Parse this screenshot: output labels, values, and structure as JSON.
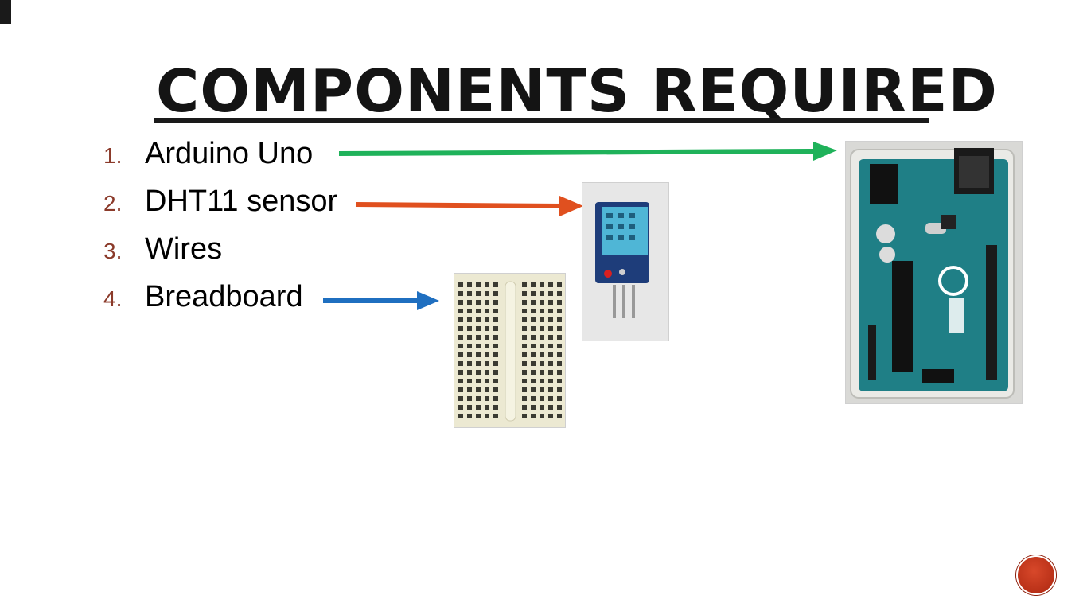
{
  "slide": {
    "title": "COMPONENTS REQUIRED",
    "items": [
      {
        "number": "1.",
        "label": "Arduino Uno"
      },
      {
        "number": "2.",
        "label": "DHT11 sensor"
      },
      {
        "number": "3.",
        "label": "Wires"
      },
      {
        "number": "4.",
        "label": "Breadboard"
      }
    ]
  },
  "colors": {
    "arduino_arrow": "#1fb25a",
    "dht11_arrow": "#e0501f",
    "breadboard_arrow": "#1f6fc0",
    "list_number": "#8b3a2a",
    "nav_button": "#c0341a"
  },
  "icons": {
    "arduino_photo": "arduino-uno-board-photo",
    "dht11_photo": "dht11-sensor-photo",
    "breadboard_photo": "breadboard-photo",
    "nav_button": "next-slide-circle"
  }
}
